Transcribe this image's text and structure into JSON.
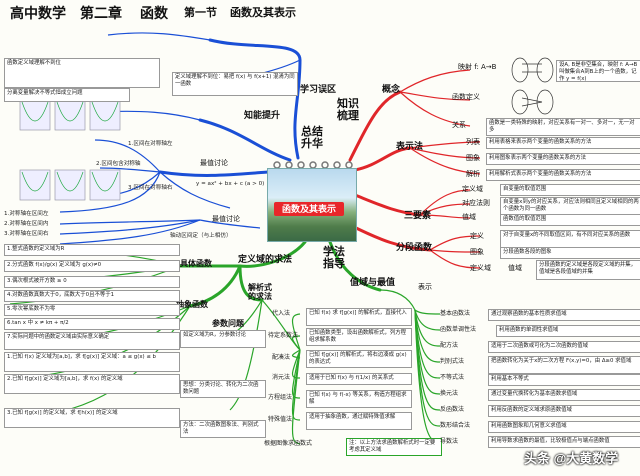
{
  "header": {
    "title": "高中数学",
    "chapter": "第二章",
    "topic": "函数",
    "section": "第一节",
    "section_title": "函数及其表示"
  },
  "center": {
    "calendar_label": "函数及其表示",
    "hub_top": "总结\n升华",
    "hub_right": "知识\n梳理",
    "hub_bottom": "学法\n指导"
  },
  "branches": {
    "misread": "学习误区",
    "ability": "知能提升",
    "concept": "概念",
    "representation": "表示法",
    "three_elements": "三要素",
    "piecewise": "分段函数",
    "domain_method": "定义域的求法",
    "range_max": "值域与最值",
    "specific": "具体函数",
    "abstract": "抽象函数",
    "param": "参数问题",
    "analytic": "解析式\n的求法"
  },
  "leaves": {
    "mapping": "映射 f: A→B",
    "func_def": "函数定义",
    "relation": "关系",
    "list": "列表",
    "image": "图象",
    "analytic_f": "解析",
    "domain": "定义域",
    "corr_rule": "对应法则",
    "value_range": "值域",
    "def": "定义",
    "img": "图象",
    "domain2": "定义域",
    "range2": "值域",
    "method_sub": "代入法",
    "method_coef": "待定系数法",
    "method_complete": "配凑法",
    "method_elim": "消元法",
    "method_eq": "方程组法",
    "method_special": "特殊值法",
    "method_img": "根据图像求函数式",
    "basic_func": "基本函数法",
    "mono": "函数单调性法",
    "complete_sq": "配方法",
    "discr": "判别式法",
    "ineq": "不等式法",
    "substitution": "换元法",
    "inverse": "反函数法",
    "numeric_shape": "数形结合法",
    "derivative": "导数法",
    "expr_range": "表示"
  },
  "notes": {
    "misread_1": "函数定义域理解不到位",
    "misread_2": "定义域理解不到位：易把 f(x) 与 f(x+1) 混淆为同一函数",
    "ability_1": "分离变量解决不等式恒成立问题",
    "shift_a": "1.区间在对称轴左",
    "shift_b": "2.区间包含对称轴",
    "shift_c": "3.区间在对称轴右",
    "best_discuss": "最值讨论",
    "quad": "y = ax² + bx + c (a > 0)",
    "axis_a": "1.对称轴在区间左",
    "axis_b": "2.对称轴在区间内",
    "axis_c": "3.对称轴在区间右",
    "axis_move": "轴动区间定（与上相仿）",
    "val_discuss": "最值讨论",
    "map_note": "设A, B是非空集合，映射 f: A→B 叫做集合A到B上的一个函数，记作 y = f(x)",
    "rel_note": "函数是一类特殊的映射，对应关系有一对一、多对一，无一对多",
    "list_note": "利用表格来表示两个变量的函数关系的方法",
    "img_note": "利用图象表示两个变量的函数关系的方法",
    "ana_note": "利用解析式表示两个变量的函数关系的方法",
    "dom_note": "自变量的取值范围",
    "corr_note": "自变量x到y的对应关系，对应法则相同且定义域相同的两个函数为同一函数",
    "range_note": "函数值的取值范围",
    "pw_def": "对于自变量x的不同取值区间，有不同对应关系的函数",
    "pw_img": "分段函数各段的图象",
    "pw_dom": "分段函数的定义域是各段定义域的并集，值域是各段值域的并集",
    "spec_1": "1.整式函数的定义域为R",
    "spec_2": "2.分式函数 f(x)/g(x) 定义域为 g(x)≠0",
    "spec_3": "3.偶次根式被开方数 ≥ 0",
    "spec_4": "4.对数函数真数大于0，底数大于0且不等于1",
    "spec_5": "5.零次幂底数不为零",
    "spec_6": "6.tan x 中 x ≠ kπ + π/2",
    "spec_7": "7.实际问题中的函数定义域由实际意义确定",
    "abs_1": "1.已知 f(x) 定义域为[a,b]，求 f[g(x)] 定义域：a ≤ g(x) ≤ b",
    "abs_2": "2.已知 f[g(x)] 定义域为[a,b]，求 f(x) 的定义域",
    "abs_3": "3.已知 f[g(x)] 的定义域，求 f[h(x)] 的定义域",
    "param_1": "如定义域为R，分参数讨论",
    "param_2": "思想：分类讨论、转化为二次函数问题",
    "param_3": "方法：二次函数图象法、判别式法",
    "sub_note": "已知 f(x) 求 f[g(x)] 的解析式，直接代入",
    "coef_note": "已知函数类型，设出函数解析式，列方程组求解系数",
    "comp_note": "已知 f[g(x)] 的解析式，将右边凑成 g(x) 的表达式",
    "elim_note": "适用于已知 f(x) 与 f(1/x) 的关系式",
    "eq_note": "已知 f(x) 与 f(-x) 等关系，构造方程组求解",
    "spec_note": "适用于抽象函数，通过赋特殊值求解",
    "imgf_note": "注：以上方法求函数解析式时一定要考虑其定义域",
    "basic_note": "通过观察函数的基本性质求值域",
    "mono_note": "利用函数的单调性求值域",
    "sq_note": "适用于二次函数或可化为二次函数的值域",
    "discr_note": "把函数转化为关于x的二次方程 F(x,y)=0，由 Δ≥0 求值域",
    "ineq_note": "利用基本不等式",
    "subs_note": "通过变量代换转化为基本函数求值域",
    "inv_note": "利用反函数的定义域求原函数值域",
    "num_note": "利用函数图象和几何意义求值域",
    "der_note": "利用导数求函数的最值，比较极值点与端点函数值"
  },
  "watermark": "头条 @大黄数学"
}
